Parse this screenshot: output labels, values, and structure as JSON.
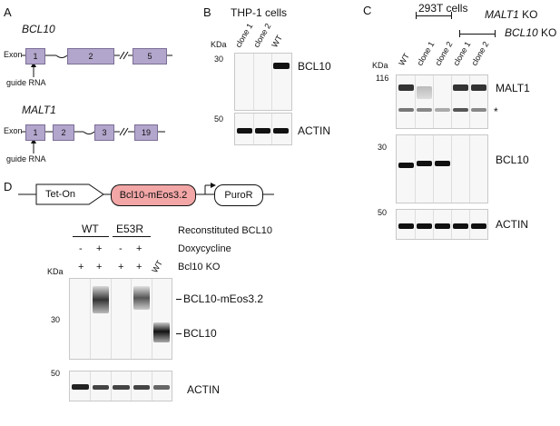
{
  "panels": {
    "A": "A",
    "B": "B",
    "C": "C",
    "D": "D"
  },
  "panel_a": {
    "gene1": "BCL10",
    "gene1_exons": [
      "1",
      "2",
      "5"
    ],
    "gene2": "MALT1",
    "gene2_exons": [
      "1",
      "2",
      "3",
      "19"
    ],
    "exon_label": "Exon",
    "guide_label": "guide RNA"
  },
  "panel_b": {
    "title": "THP-1 cells",
    "lanes": [
      "clone 1",
      "clone 2",
      "WT"
    ],
    "kda": "KDa",
    "marker_top": "30",
    "marker_bottom": "50",
    "band_top": "BCL10",
    "band_bottom": "ACTIN"
  },
  "panel_c": {
    "title": "293T cells",
    "ko1_gene": "MALT1",
    "ko1_suffix": " KO",
    "ko2_gene": "BCL10",
    "ko2_suffix": " KO",
    "lanes": [
      "WT",
      "clone 1",
      "clone 2",
      "clone 1",
      "clone 2"
    ],
    "kda": "KDa",
    "marker_116": "116",
    "marker_30": "30",
    "marker_50": "50",
    "band_malt1": "MALT1",
    "band_star": "*",
    "band_bcl10": "BCL10",
    "band_actin": "ACTIN"
  },
  "panel_d": {
    "promoter": "Tet-On",
    "gene": "Bcl10-mEos3.2",
    "marker": "PuroR",
    "group_wt": "WT",
    "group_e53r": "E53R",
    "row1_label": "Reconstituted BCL10",
    "row2_label": "Doxycycline",
    "row3_label": "Bcl10 KO",
    "dox_signs": [
      "-",
      "+",
      "-",
      "+"
    ],
    "ko_signs": [
      "+",
      "+",
      "+",
      "+"
    ],
    "extra_lane": "WT",
    "kda": "KDa",
    "marker_30": "30",
    "marker_50": "50",
    "band_fusion": "BCL10-mEos3.2",
    "band_bcl10": "BCL10",
    "band_actin": "ACTIN"
  },
  "colors": {
    "exon_fill": "#b3a6cc",
    "fusion_fill": "#f2a6a6",
    "band_dark": "#111111"
  }
}
